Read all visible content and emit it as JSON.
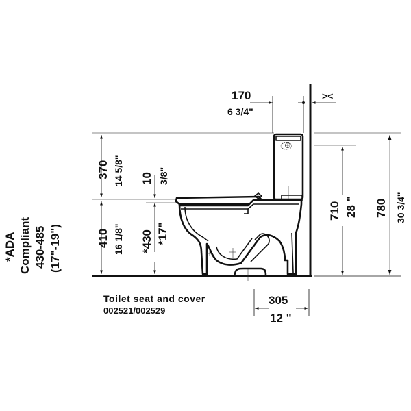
{
  "diagram": {
    "type": "technical-dimension-drawing",
    "subject": "two-piece toilet side elevation",
    "dimensions": {
      "tank_depth_from_wall": {
        "mm": "170",
        "inch": "6 3/4\""
      },
      "wall_gap_symbol": "><",
      "tank_above_seat": {
        "mm": "370",
        "inch": "14 5/8\""
      },
      "seat_thickness": {
        "mm": "10",
        "inch": "3/8\""
      },
      "bowl_rim_height": {
        "mm": "410",
        "inch": "16 1/8\""
      },
      "seat_height_ada": {
        "mm": "*430",
        "inch": "*17\""
      },
      "tank_lid_height": {
        "mm": "710",
        "inch": "28 \""
      },
      "overall_height": {
        "mm": "780",
        "inch": "30 3/4\""
      },
      "rough_in": {
        "mm": "305",
        "inch": "12 \""
      }
    },
    "ada_note": {
      "line1": "*ADA",
      "line2": "Compliant",
      "line3": "430-485",
      "line4": "(17\"-19\")"
    },
    "caption": {
      "title": "Toilet seat and cover",
      "code": "002521/002529"
    }
  }
}
